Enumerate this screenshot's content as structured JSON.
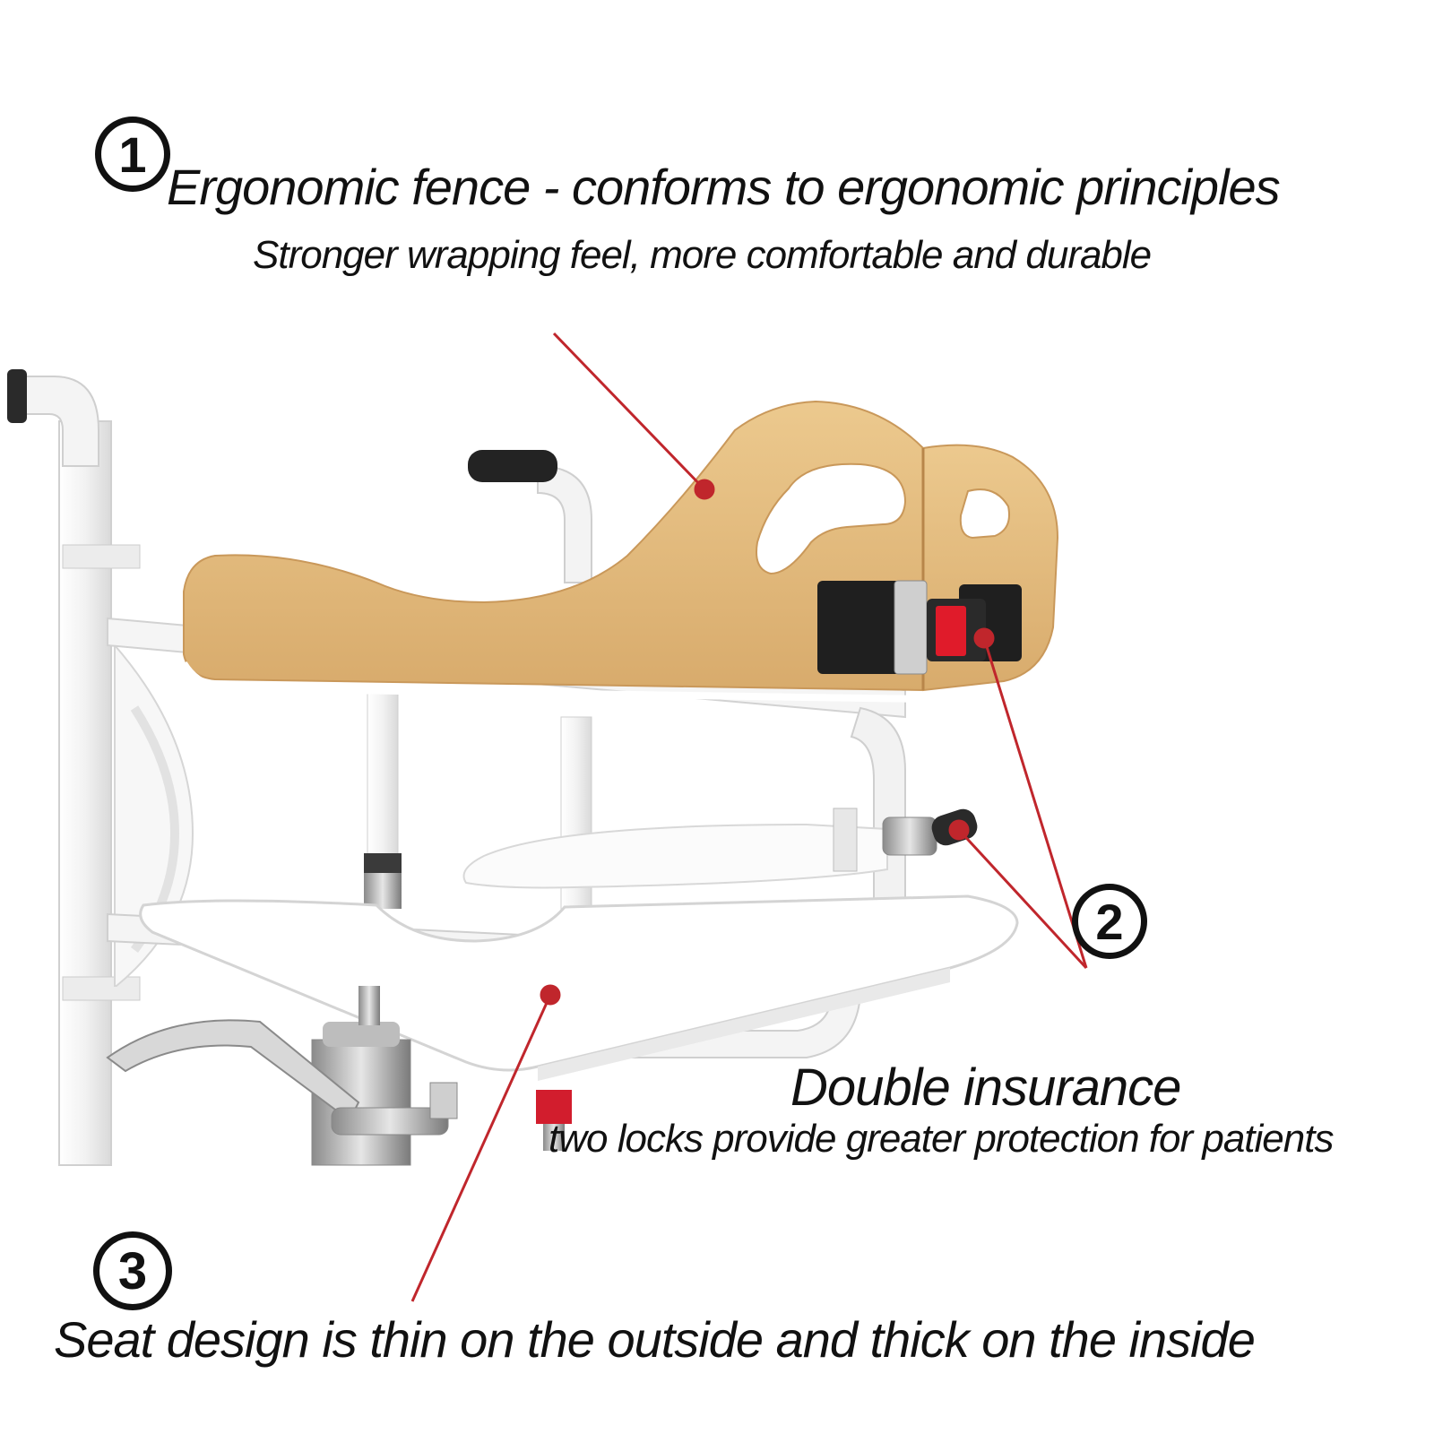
{
  "callouts": [
    {
      "number": "1",
      "title": "Ergonomic fence - conforms to ergonomic principles",
      "subtitle": "Stronger wrapping feel, more comfortable and durable"
    },
    {
      "number": "2",
      "title": "Double insurance",
      "subtitle": "two locks provide greater protection for patients"
    },
    {
      "number": "3",
      "title": "Seat design is thin on the outside and thick on the inside"
    }
  ],
  "colors": {
    "leader_line": "#c0262c",
    "backrest": "#e0b77a",
    "frame": "#f3f3f3",
    "buckle_red": "#e01b2a",
    "buckle_black": "#1e1e1e"
  },
  "icons": [
    "circled-number-icon"
  ]
}
